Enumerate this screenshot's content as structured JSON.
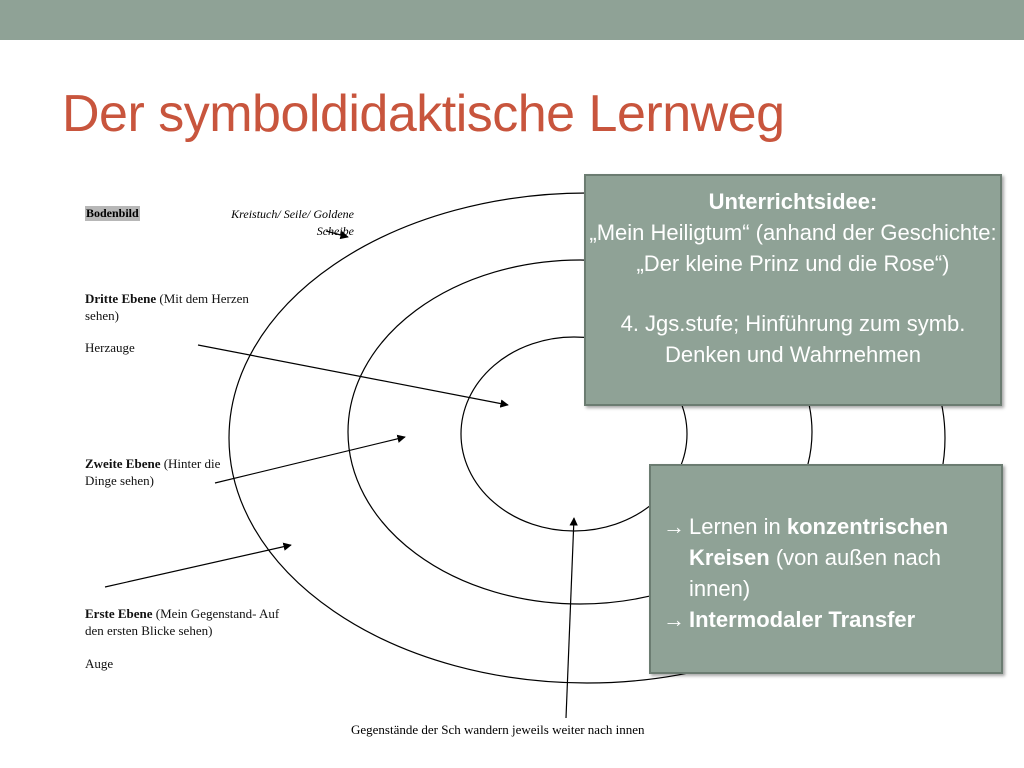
{
  "slide": {
    "title": "Der symboldidaktische Lernweg",
    "accent_color": "#c8553d",
    "bar_color": "#8fa296"
  },
  "diagram": {
    "bodenbild": "Bodenbild",
    "kreistuch": "Kreistuch/ Seile/ Goldene Scheibe",
    "dritte": {
      "heading": "Dritte Ebene",
      "rest": " (Mit dem Herzen sehen)",
      "sub": "Herzauge"
    },
    "zweite": {
      "heading": "Zweite Ebene",
      "rest": " (Hinter die Dinge sehen)"
    },
    "erste": {
      "heading": "Erste Ebene",
      "rest": " (Mein Gegenstand- Auf den ersten Blicke sehen)",
      "sub": "Auge"
    },
    "bottom_caption": "Gegenstände der Sch wandern jeweils weiter nach innen"
  },
  "idea_box": {
    "heading": "Unterrichtsidee:",
    "line1": "„Mein Heiligtum“ (anhand der Geschichte: „Der kleine Prinz und die Rose“)",
    "line2": "4. Jgs.stufe; Hinführung zum symb. Denken und Wahrnehmen"
  },
  "principles_box": {
    "arrow_icon": "right-arrow-icon",
    "item1_prefix": "Lernen in ",
    "item1_bold": "konzentrischen Kreisen",
    "item1_suffix": " (von außen nach innen)",
    "item2_bold": "Intermodaler Transfer"
  }
}
